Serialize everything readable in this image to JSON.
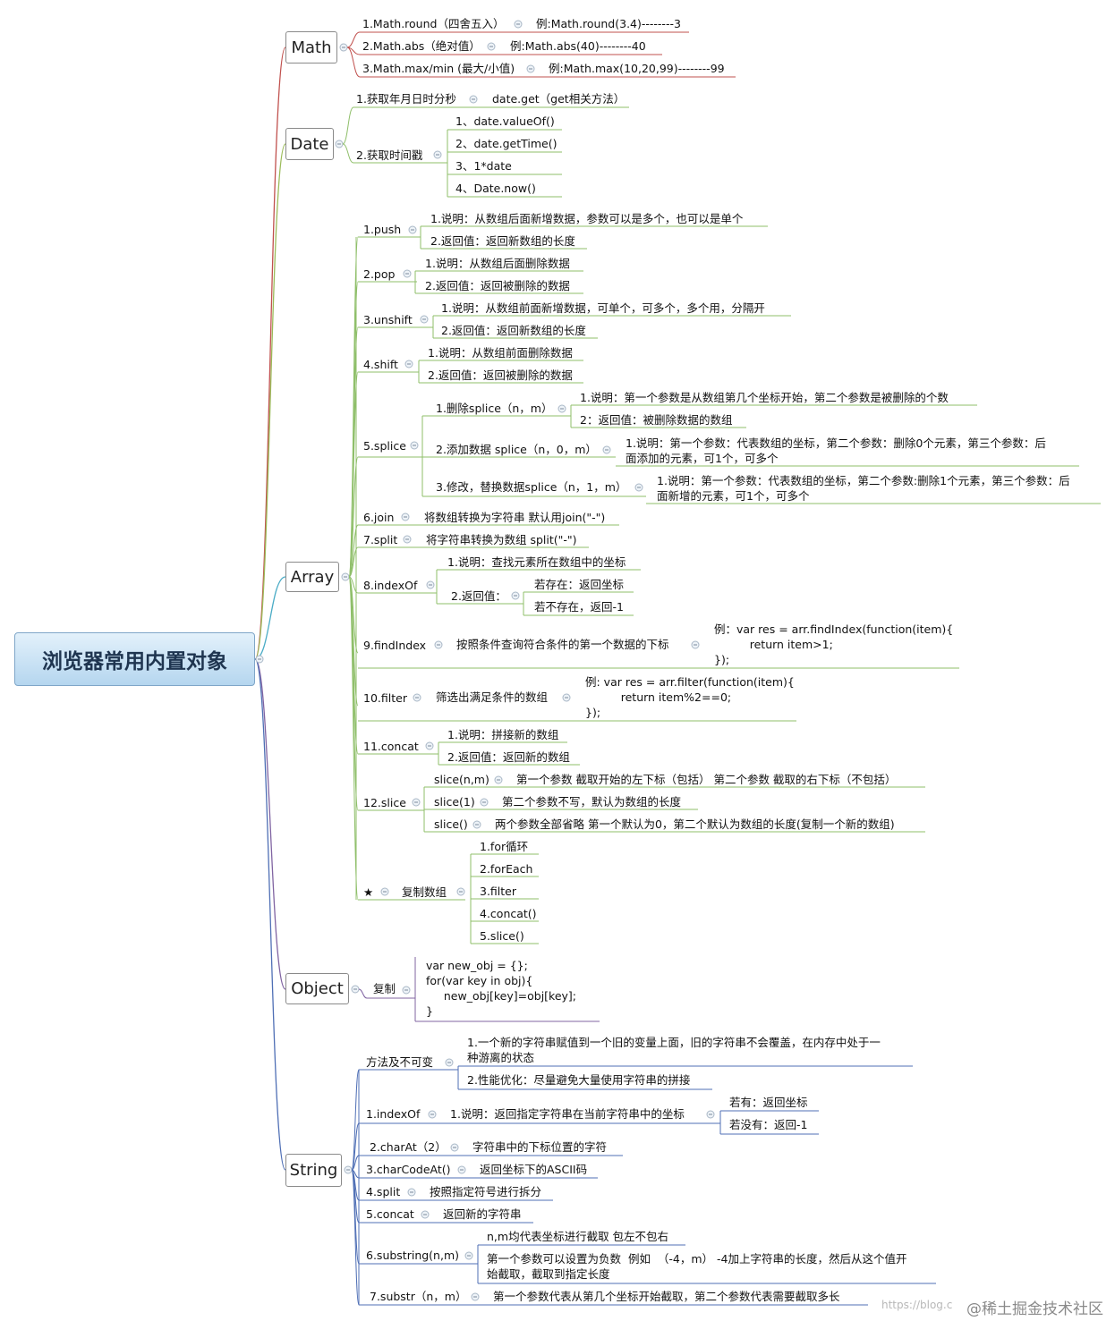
{
  "root": "浏览器常用内置对象",
  "main": {
    "math": "Math",
    "date": "Date",
    "array": "Array",
    "object": "Object",
    "string": "String"
  },
  "math": [
    "1.Math.round（四舍五入）",
    "例:Math.round(3.4)--------3",
    "2.Math.abs（绝对值）",
    "例:Math.abs(40)--------40",
    "3.Math.max/min (最大/小值)",
    "例:Math.max(10,20,99)--------99"
  ],
  "date": [
    "1.获取年月日时分秒",
    "date.get（get相关方法）",
    "2.获取时间戳",
    "1、date.valueOf()",
    "2、date.getTime()",
    "3、1*date",
    "4、Date.now()"
  ],
  "array": {
    "push": [
      "1.push",
      "1.说明：从数组后面新增数据，参数可以是多个，也可以是单个",
      "2.返回值：返回新数组的长度"
    ],
    "pop": [
      "2.pop",
      "1.说明：从数组后面删除数据",
      "2.返回值：返回被删除的数据"
    ],
    "unshift": [
      "3.unshift",
      "1.说明：从数组前面新增数据，可单个，可多个，多个用，分隔开",
      "2.返回值：返回新数组的长度"
    ],
    "shift": [
      "4.shift",
      "1.说明：从数组前面删除数据",
      "2.返回值：返回被删除的数据"
    ],
    "splice": [
      "5.splice",
      "1.删除splice（n，m）",
      "1.说明：第一个参数是从数组第几个坐标开始，第二个参数是被删除的个数",
      "2：返回值：被删除数据的数组",
      "2.添加数据 splice（n，0，m）",
      "1.说明：第一个参数：代表数组的坐标，第二个参数：删除0个元素，第三个参数：后\n面添加的元素，可1个，可多个",
      "3.修改，替换数据splice（n，1，m）",
      "1.说明：第一个参数：代表数组的坐标，第二个参数:删除1个元素，第三个参数：后\n面新增的元素，可1个，可多个"
    ],
    "join": [
      "6.join",
      "将数组转换为字符串 默认用join(\"-\")"
    ],
    "split": [
      "7.split",
      "将字符串转换为数组 split(\"-\")"
    ],
    "indexOf": [
      "8.indexOf",
      "1.说明：查找元素所在数组中的坐标",
      "2.返回值：",
      "若存在：返回坐标",
      "若不存在，返回-1"
    ],
    "findIndex": [
      "9.findIndex",
      "按照条件查询符合条件的第一个数据的下标",
      "例：var res = arr.findIndex(function(item){\n          return item>1;\n});"
    ],
    "filter": [
      "10.filter",
      "筛选出满足条件的数组",
      "例: var res = arr.filter(function(item){\n          return item%2==0;\n});"
    ],
    "concat": [
      "11.concat",
      "1.说明：拼接新的数组",
      "2.返回值：返回新的数组"
    ],
    "slice": [
      "12.slice",
      "slice(n,m)",
      "第一个参数 截取开始的左下标（包括）  第二个参数 截取的右下标（不包括）",
      "slice(1)",
      "第二个参数不写，默认为数组的长度",
      "slice()",
      "两个参数全部省略 第一个默认为0，第二个默认为数组的长度(复制一个新的数组)"
    ],
    "copy": [
      "★",
      "复制数组",
      "1.for循环",
      "2.forEach",
      "3.filter",
      "4.concat()",
      "5.slice()"
    ]
  },
  "object": [
    "复制",
    "var new_obj = {};\nfor(var key in obj){\n     new_obj[key]=obj[key];\n}"
  ],
  "string": [
    "方法及不可变",
    "1.一个新的字符串赋值到一个旧的变量上面，旧的字符串不会覆盖，在内存中处于一\n种游离的状态",
    "2.性能优化：尽量避免大量使用字符串的拼接",
    "1.indexOf",
    "1.说明：返回指定字符串在当前字符串中的坐标",
    "若有：返回坐标",
    "若没有：返回-1",
    "2.charAt（2）",
    "字符串中的下标位置的字符",
    "3.charCodeAt()",
    "返回坐标下的ASCII码",
    "4.split",
    "按照指定符号进行拆分",
    "5.concat",
    "返回新的字符串",
    "6.substring(n,m)",
    "n,m均代表坐标进行截取 包左不包右",
    "第一个参数可以设置为负数  例如  （-4，m） -4加上字符串的长度，然后从这个值开\n始截取，截取到指定长度",
    "7.substr（n，m）",
    "第一个参数代表从第几个坐标开始截取，第二个参数代表需要截取多长"
  ],
  "watermark": [
    "https://blog.c",
    "@稀土掘金技术社区"
  ],
  "colors": {
    "math": "#c0504d",
    "date": "#9bbb59",
    "array": "#4bacc6",
    "object": "#8064a2",
    "string": "#4f6fb5"
  }
}
